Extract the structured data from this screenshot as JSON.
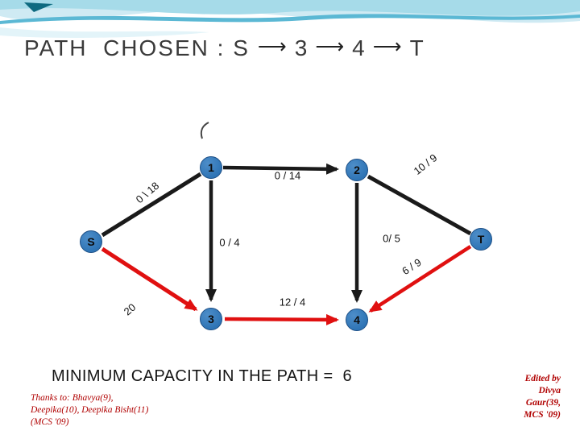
{
  "title": {
    "text": "PATH  CHOSEN : S",
    "arrow": "⟶",
    "step1": "3",
    "step2": "4",
    "step3": "T"
  },
  "graph": {
    "nodes": {
      "n1": "1",
      "n2": "2",
      "s": "S",
      "t": "T",
      "n3": "3",
      "n4": "4"
    },
    "edge_labels": {
      "s_to_1": "0 \\ 18",
      "n1_to_n2": "0 / 14",
      "n2_to_t": "10 / 9",
      "n1_to_n3": "0 / 4",
      "n2_to_n4": "0/ 5",
      "s_to_n3": "20",
      "n3_to_n4": "12 / 4",
      "n4_to_t": "6 / 9"
    }
  },
  "footer": {
    "result": "MINIMUM CAPACITY IN THE PATH =  6"
  },
  "credits_left": {
    "line1": "Thanks to: Bhavya(9),",
    "line2": "Deepika(10), Deepika Bisht(11)",
    "line3": "(MCS '09)"
  },
  "credits_right": {
    "line1": "Edited by",
    "line2": "Divya",
    "line3": "Gaur(39,",
    "line4": "MCS '09)"
  },
  "colors": {
    "node_fill": "#2e74b5",
    "edge_black": "#1a1a1a",
    "edge_red": "#e01010",
    "credit_red": "#b00000",
    "title_color": "#3a3a3a"
  }
}
